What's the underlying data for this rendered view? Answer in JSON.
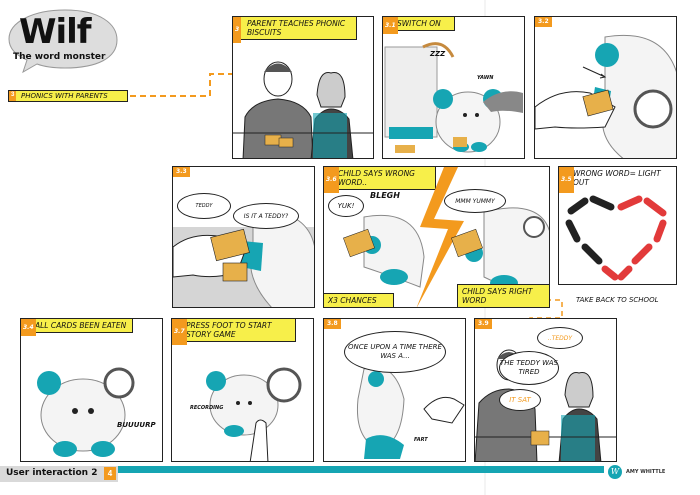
{
  "logo": {
    "title": "Wilf",
    "subtitle": "The word monster"
  },
  "section_label": {
    "number": "3",
    "text": "Phonics with parents"
  },
  "panels": {
    "p3": {
      "number": "3",
      "caption": "Parent teaches phonic biscuits"
    },
    "p31": {
      "number": "3.1",
      "caption": "Switch on",
      "sfx1": "zzz",
      "sfx2": "yawn"
    },
    "p32": {
      "number": "3.2"
    },
    "p33": {
      "number": "3.3",
      "bubble1": "Teddy",
      "bubble2": "Is it a teddy?"
    },
    "p36": {
      "number": "3.6",
      "caption": "Child says wrong word..",
      "bubble_yuk": "Yuk!",
      "sfx": "Blegh",
      "bubble_yum": "Mmm yummy",
      "caption_bottom_left": "x3 chances",
      "caption_bottom_right": "Child says right word"
    },
    "p35": {
      "number": "3.5",
      "caption": "Wrong word= light out"
    },
    "p34": {
      "number": "3.4",
      "caption": "All cards been eaten",
      "sfx": "BUUUURP"
    },
    "p37": {
      "number": "3.7",
      "caption": "Press foot to start story game",
      "sfx": "RECORDING"
    },
    "p38": {
      "number": "3.8",
      "bubble": "Once upon a time there was a...",
      "sfx": "FART"
    },
    "p39": {
      "number": "3.9",
      "bubble1": "..Teddy",
      "bubble2": "The teddy was tired",
      "bubble3": "It sat"
    }
  },
  "side_label": "Take back to school",
  "footer": {
    "title": "User interaction 2",
    "page": "4",
    "author": "AMY WHITTLE"
  },
  "colors": {
    "accent": "#f39a1e",
    "caption_yellow": "#f7ef4a",
    "teal": "#16a5b3",
    "lightning": "#f39a1e"
  }
}
